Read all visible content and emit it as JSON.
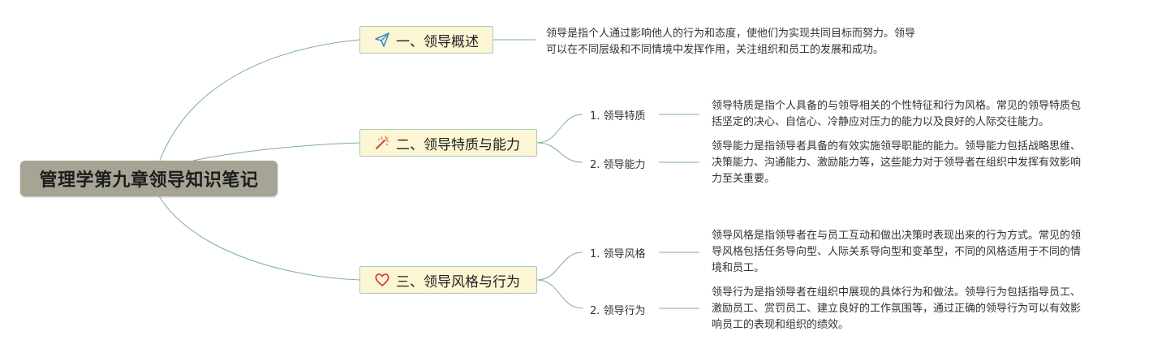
{
  "root": {
    "label": "管理学第九章领导知识笔记"
  },
  "colors": {
    "line": "#7fae99",
    "root_bg": "#a6a595",
    "topic_bg": "#fcf6d4",
    "topic_border": "#a9cbb8"
  },
  "topics": [
    {
      "label": "一、领导概述",
      "icon": "paper-plane-icon",
      "desc_lines": [
        "领导是指个人通过影响他人的行为和态度，使他们为实现共同目标而努力。领导",
        "可以在不同层级和不同情境中发挥作用，关注组织和员工的发展和成功。"
      ]
    },
    {
      "label": "二、领导特质与能力",
      "icon": "magic-wand-icon",
      "subs": [
        {
          "label": "1. 领导特质",
          "desc_lines": [
            "领导特质是指个人具备的与领导相关的个性特征和行为风格。常见的领导特质包",
            "括坚定的决心、自信心、冷静应对压力的能力以及良好的人际交往能力。"
          ]
        },
        {
          "label": "2. 领导能力",
          "desc_lines": [
            "领导能力是指领导者具备的有效实施领导职能的能力。领导能力包括战略思维、",
            "决策能力、沟通能力、激励能力等，这些能力对于领导者在组织中发挥有效影响",
            "力至关重要。"
          ]
        }
      ]
    },
    {
      "label": "三、领导风格与行为",
      "icon": "heart-icon",
      "subs": [
        {
          "label": "1. 领导风格",
          "desc_lines": [
            "领导风格是指领导者在与员工互动和做出决策时表现出来的行为方式。常见的领",
            "导风格包括任务导向型、人际关系导向型和变革型，不同的风格适用于不同的情",
            "境和员工。"
          ]
        },
        {
          "label": "2. 领导行为",
          "desc_lines": [
            "领导行为是指领导者在组织中展现的具体行为和做法。领导行为包括指导员工、",
            "激励员工、赏罚员工、建立良好的工作氛围等，通过正确的领导行为可以有效影",
            "响员工的表现和组织的绩效。"
          ]
        }
      ]
    }
  ]
}
